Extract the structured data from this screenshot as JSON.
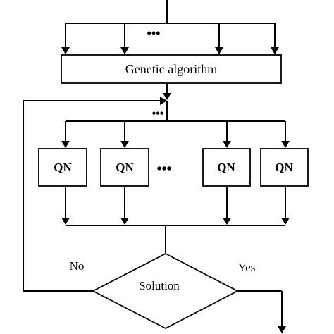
{
  "diagram": {
    "ga_block": {
      "label": "Genetic algorithm"
    },
    "top_ellipsis": "•••",
    "loop_ellipsis": "•••",
    "qn_row_ellipsis": "•••",
    "qn_blocks": [
      {
        "label": "QN"
      },
      {
        "label": "QN"
      },
      {
        "label": "QN"
      },
      {
        "label": "QN"
      }
    ],
    "decision": {
      "label": "Solution"
    },
    "no_label": "No",
    "yes_label": "Yes",
    "colors": {
      "stroke": "#000000",
      "background": "#ffffff"
    }
  }
}
